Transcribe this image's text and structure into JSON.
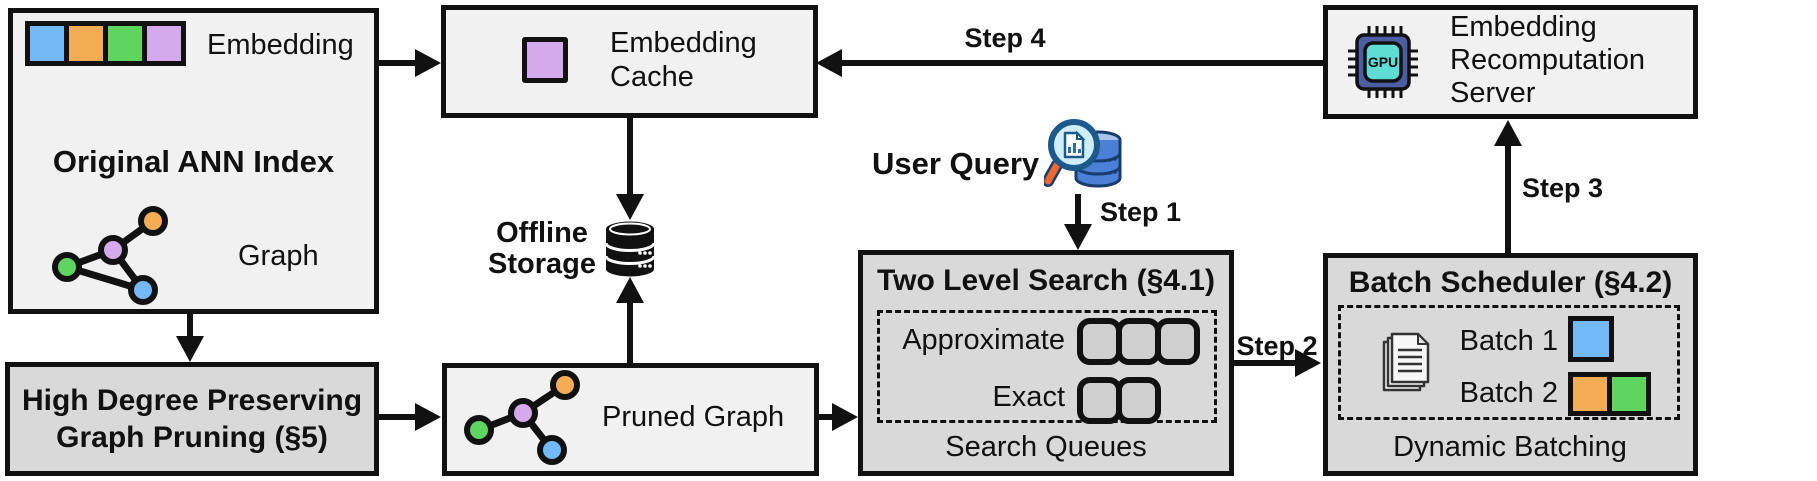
{
  "ann_index": {
    "embedding_label": "Embedding",
    "title": "Original ANN Index",
    "graph_label": "Graph"
  },
  "graph_pruning": {
    "line1": "High Degree Preserving",
    "line2": "Graph Pruning (§5)"
  },
  "embedding_cache": {
    "line1": "Embedding",
    "line2": "Cache"
  },
  "offline_storage": {
    "line1": "Offline",
    "line2": "Storage"
  },
  "pruned_graph": {
    "label": "Pruned Graph"
  },
  "user_query": {
    "label": "User Query"
  },
  "steps": {
    "s1": "Step 1",
    "s2": "Step 2",
    "s3": "Step 3",
    "s4": "Step 4"
  },
  "two_level_search": {
    "title": "Two Level Search (§4.1)",
    "approximate_label": "Approximate",
    "exact_label": "Exact",
    "approximate_queue_count": 3,
    "exact_queue_count": 2,
    "footer": "Search Queues"
  },
  "batch_scheduler": {
    "title": "Batch Scheduler (§4.2)",
    "batch1_label": "Batch 1",
    "batch2_label": "Batch 2",
    "footer": "Dynamic Batching"
  },
  "recomputation_server": {
    "line1": "Embedding",
    "line2": "Recomputation",
    "line3": "Server",
    "chip_label": "GPU"
  },
  "colors": {
    "embedding_blue": "#74b9f7",
    "embedding_orange": "#f5ad55",
    "embedding_green": "#5ed55e",
    "embedding_purple": "#d4aaed",
    "box_light": "#f1f1f1",
    "box_dark": "#d9d9d9",
    "line_black": "#111111",
    "chip_outer_blue": "#4d5da1",
    "chip_inner_teal": "#5fdcd4",
    "query_db_blue": "#4c7fd6",
    "magnifier_lens_blue": "#cfeef9",
    "magnifier_handle_orange": "#f26633"
  }
}
